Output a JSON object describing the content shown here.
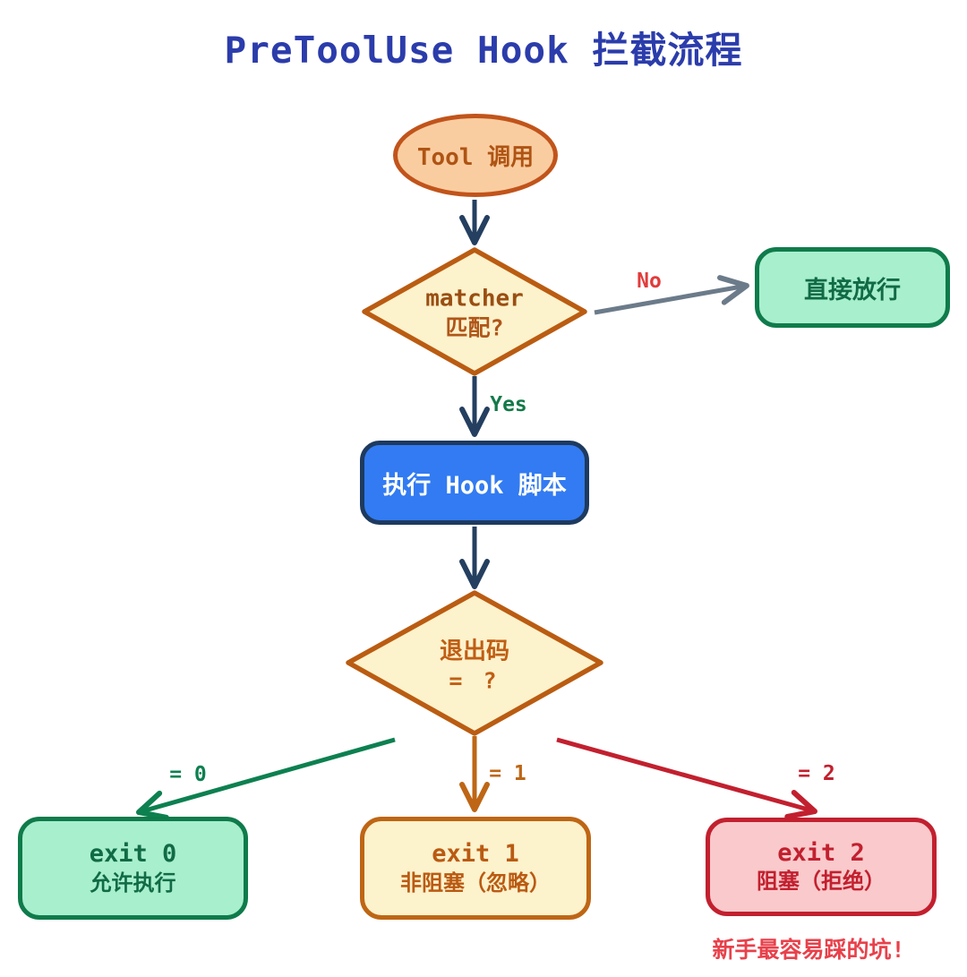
{
  "title": {
    "text": "PreToolUse Hook 拦截流程"
  },
  "nodes": {
    "tool_call": {
      "label": "Tool 调用"
    },
    "matcher": {
      "line1": "matcher",
      "line2": "匹配?"
    },
    "pass": {
      "label": "直接放行"
    },
    "run_hook": {
      "label": "执行 Hook 脚本"
    },
    "exit_code": {
      "line1": "退出码",
      "line2": "= ?"
    },
    "exit0": {
      "line1": "exit 0",
      "line2": "允许执行"
    },
    "exit1": {
      "line1": "exit 1",
      "line2": "非阻塞（忽略）"
    },
    "exit2": {
      "line1": "exit 2",
      "line2": "阻塞（拒绝）"
    }
  },
  "edge_labels": {
    "no": "No",
    "yes": "Yes",
    "eq0": "= 0",
    "eq1": "= 1",
    "eq2": "= 2"
  },
  "caption": {
    "text": "新手最容易踩的坑!"
  },
  "colors": {
    "title": "#2B3CAB",
    "navy_arrow": "#243F60",
    "gray_arrow": "#6C7B8A",
    "green_arrow": "#0D8050",
    "orange_arrow": "#BE6615",
    "red_arrow": "#C2202F",
    "label_no": "#E23B3B",
    "label_yes": "#14794A",
    "caption_red": "#E8414B",
    "ellipse_fill": "#FACDA0",
    "ellipse_border": "#C1541B",
    "diamond_fill": "#FCF2CC",
    "diamond_border": "#BA5C12",
    "green_fill": "#A8EFCE",
    "green_border": "#0F7B4B",
    "blue_fill": "#327BF2",
    "blue_border": "#1E3A5F",
    "pink_fill": "#F9C9CB",
    "pink_border": "#C2202F"
  }
}
